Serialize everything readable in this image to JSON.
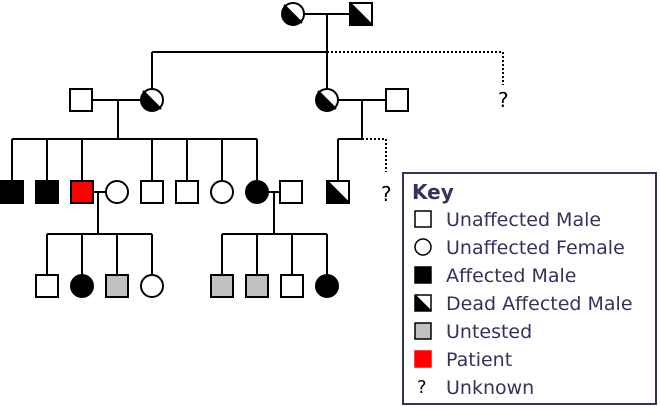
{
  "unknown_marks": [
    "?",
    "?"
  ],
  "colors": {
    "affected": "#000000",
    "unaffected": "#ffffff",
    "untested": "#c0c0c0",
    "patient": "#ff0000",
    "key_text": "#33335e",
    "key_border": "#33335e"
  },
  "key": {
    "title": "Key",
    "items": [
      {
        "symbol": "unaffected-male",
        "label": "Unaffected Male"
      },
      {
        "symbol": "unaffected-female",
        "label": "Unaffected Female"
      },
      {
        "symbol": "affected-male",
        "label": "Affected Male"
      },
      {
        "symbol": "dead-affected-male",
        "label": "Dead Affected Male"
      },
      {
        "symbol": "untested",
        "label": "Untested"
      },
      {
        "symbol": "patient",
        "label": "Patient"
      },
      {
        "symbol": "unknown",
        "label": "Unknown",
        "glyph": "?"
      }
    ]
  }
}
